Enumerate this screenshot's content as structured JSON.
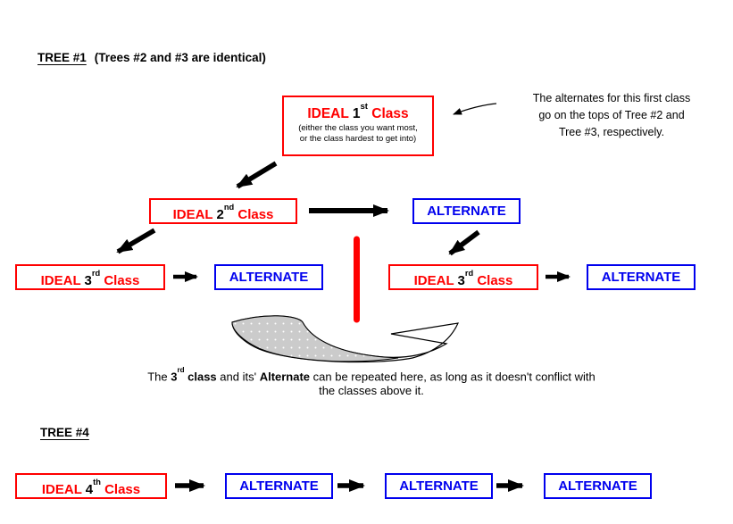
{
  "colors": {
    "ideal_red": "#ff0000",
    "alternate_blue": "#0000ee",
    "text_black": "#000000",
    "divider_red": "#ff0000",
    "swoosh_gray": "#cbcbcb"
  },
  "tree1": {
    "title": "TREE #1",
    "title_note": "(Trees #2 and #3 are identical)",
    "ideal1": {
      "pre": "IDEAL ",
      "num": "1",
      "sup": "st",
      "post": " Class",
      "note1": "(either the class you want most,",
      "note2": "or the class hardest to get into)"
    },
    "annotation": {
      "line1": "The alternates for this first class",
      "line2": "go on the tops of Tree #2 and",
      "line3": "Tree #3, respectively."
    },
    "ideal2": {
      "pre": "IDEAL ",
      "num": "2",
      "sup": "nd",
      "post": " Class"
    },
    "alternate2": "ALTERNATE",
    "ideal3_left": {
      "pre": "IDEAL ",
      "num": "3",
      "sup": "rd",
      "post": " Class"
    },
    "alternate3_left": "ALTERNATE",
    "ideal3_right": {
      "pre": "IDEAL ",
      "num": "3",
      "sup": "rd",
      "post": " Class"
    },
    "alternate3_right": "ALTERNATE"
  },
  "caption": {
    "t1": "The ",
    "b1": "3",
    "b1sup": "rd",
    "b2": " class",
    "t2": " and its' ",
    "b3": "Alternate",
    "t3": " can be repeated here, as long as it doesn't conflict with",
    "line2": "the classes above it."
  },
  "tree4": {
    "title": "TREE #4",
    "ideal4": {
      "pre": "IDEAL ",
      "num": "4",
      "sup": "th",
      "post": " Class"
    },
    "alternates": [
      "ALTERNATE",
      "ALTERNATE",
      "ALTERNATE"
    ]
  }
}
